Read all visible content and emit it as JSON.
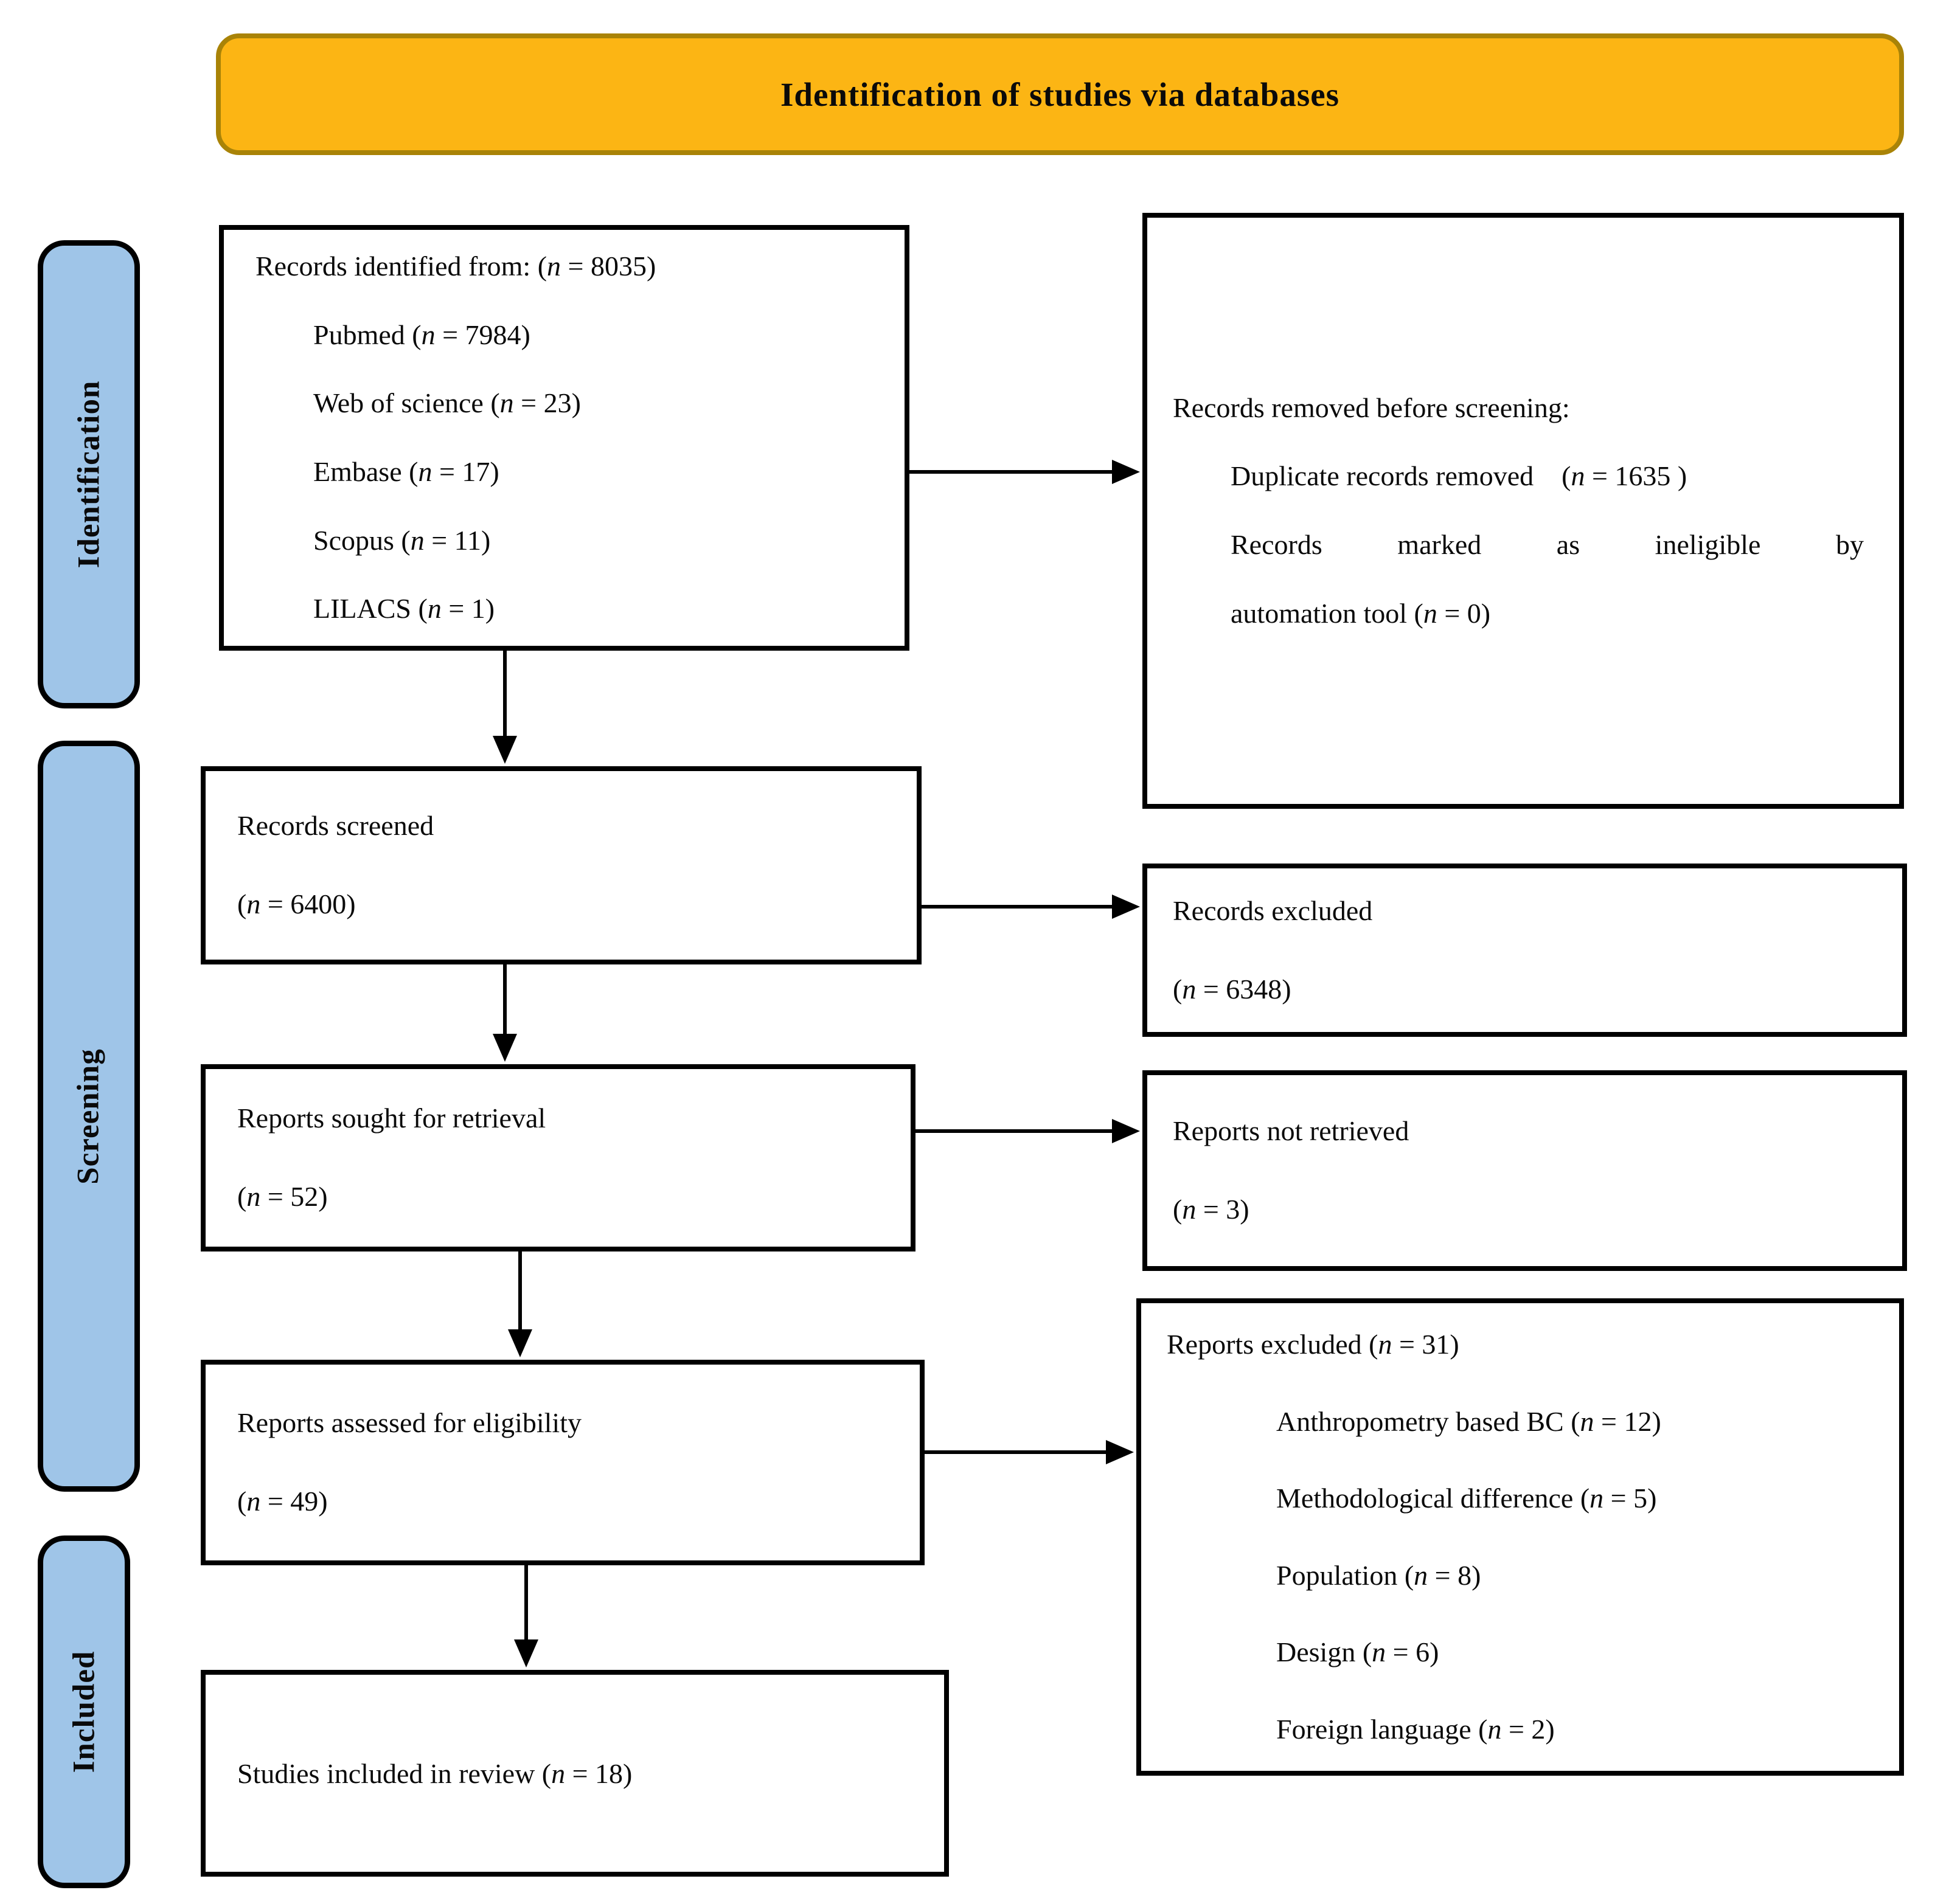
{
  "banner": {
    "title": "Identification of studies via databases"
  },
  "colors": {
    "banner_fill": "#FCB514",
    "banner_border": "#A98307",
    "stage_fill": "#9FC5E8",
    "line_color": "#000000"
  },
  "stages": {
    "identification": "Identification",
    "screening": "Screening",
    "included": "Included"
  },
  "identified_box": {
    "title": "Records identified from: (n = 8035)",
    "sources": [
      "Pubmed (n = 7984)",
      "Web of science (n = 23)",
      "Embase (n = 17)",
      "Scopus (n = 11)",
      "LILACS (n = 1)"
    ]
  },
  "removed_box": {
    "title": "Records removed before screening:",
    "duplicate": "Duplicate records removed    (n = 1635 )",
    "ineligible_line1": "Records marked as ineligible by",
    "ineligible_line2": "automation tool (n = 0)"
  },
  "screened_box": {
    "line1": "Records screened",
    "line2": "(n = 6400)"
  },
  "records_excluded_box": {
    "line1": "Records excluded",
    "line2": "(n = 6348)"
  },
  "sought_box": {
    "line1": "Reports sought for retrieval",
    "line2": "(n = 52)"
  },
  "not_retrieved_box": {
    "line1": "Reports not retrieved",
    "line2": "(n = 3)"
  },
  "assessed_box": {
    "line1": "Reports assessed for eligibility",
    "line2": "(n = 49)"
  },
  "reports_excluded_box": {
    "title": "Reports excluded (n = 31)",
    "reasons": [
      "Anthropometry based BC (n = 12)",
      "Methodological difference (n = 5)",
      "Population (n = 8)",
      "Design (n = 6)",
      "Foreign language (n = 2)"
    ]
  },
  "included_box": {
    "line1": "Studies included in review (n = 18)"
  }
}
